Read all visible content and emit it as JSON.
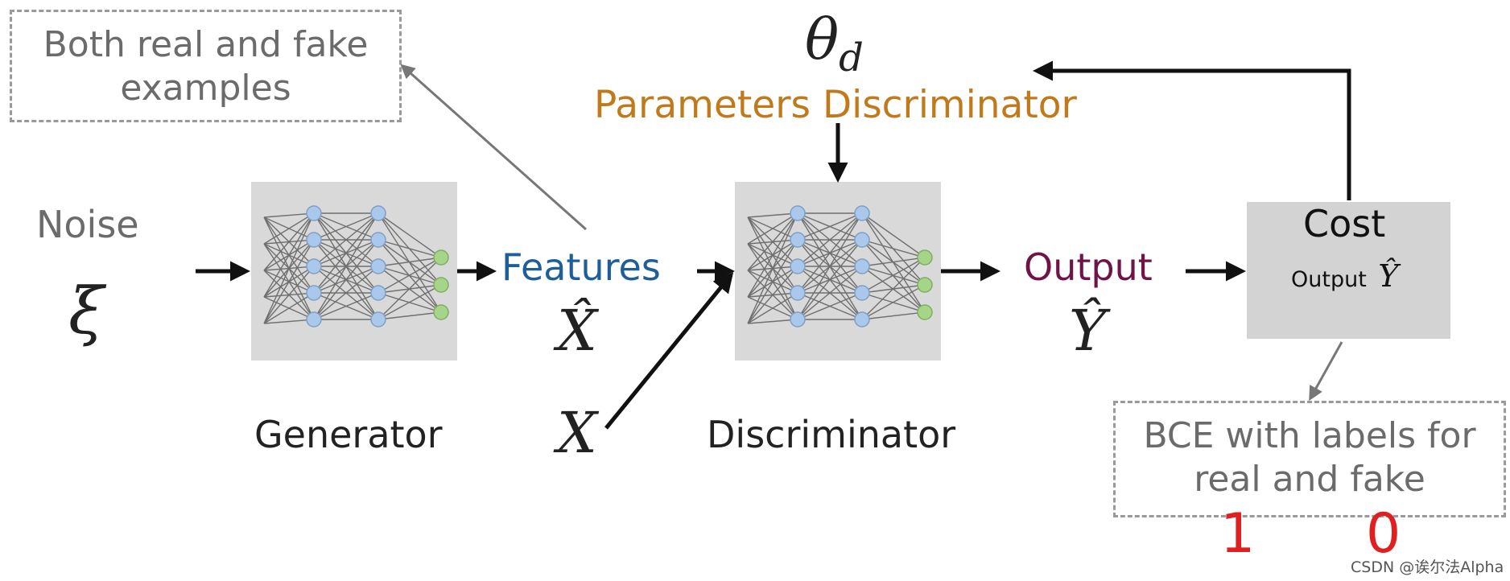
{
  "callout_top": {
    "line1": "Both real and fake",
    "line2": "examples"
  },
  "callout_bottom": {
    "line1": "BCE with labels for",
    "line2": "real and fake"
  },
  "noise": {
    "label": "Noise",
    "symbol": "ξ"
  },
  "generator": {
    "label": "Generator"
  },
  "features": {
    "label": "Features",
    "symbol": "X̂"
  },
  "real": {
    "symbol": "X"
  },
  "discriminator": {
    "label": "Discriminator"
  },
  "theta": {
    "symbol": "θ",
    "subscript": "d",
    "label": "Parameters Discriminator"
  },
  "output": {
    "label": "Output",
    "symbol": "Ŷ"
  },
  "cost": {
    "title": "Cost",
    "sub_label": "Output",
    "sub_symbol": "Ŷ"
  },
  "handwritten": {
    "real": "1",
    "fake": "0"
  },
  "watermark": "CSDN @诶尔法Alpha",
  "colors": {
    "gray_text": "#6b6b6b",
    "features": "#1f5f99",
    "theta_label": "#c07a1c",
    "output": "#6e1446",
    "handwritten": "#e02020",
    "node_blue": "#a9c8ec",
    "node_green": "#a6d58a"
  }
}
